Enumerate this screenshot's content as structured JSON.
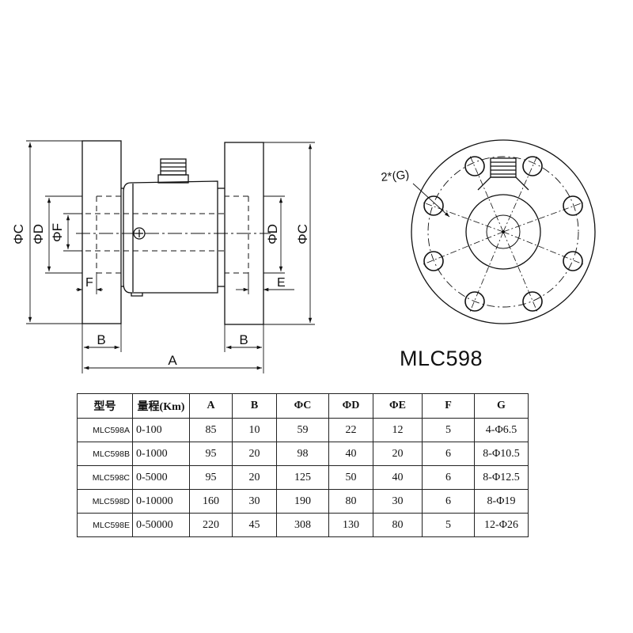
{
  "drawing": {
    "side_view": {
      "dim_labels": {
        "phi_c_left": "ΦC",
        "phi_d_left": "ΦD",
        "phi_f": "ΦF",
        "f": "F",
        "phi_d_right": "ΦD",
        "phi_c_right": "ΦC",
        "e": "E",
        "b_left": "B",
        "b_right": "B",
        "a": "A"
      }
    },
    "end_view": {
      "hole_label": "2*(G)"
    }
  },
  "model_title": "MLC598",
  "table": {
    "headers": [
      "型号",
      "量程(Km)",
      "A",
      "B",
      "ΦC",
      "ΦD",
      "ΦE",
      "F",
      "G"
    ],
    "rows": [
      {
        "model": "MLC598A",
        "range": "0-100",
        "a": "85",
        "b": "10",
        "c": "59",
        "d": "22",
        "e": "12",
        "f": "5",
        "g": "4-Φ6.5"
      },
      {
        "model": "MLC598B",
        "range": "0-1000",
        "a": "95",
        "b": "20",
        "c": "98",
        "d": "40",
        "e": "20",
        "f": "6",
        "g": "8-Φ10.5"
      },
      {
        "model": "MLC598C",
        "range": "0-5000",
        "a": "95",
        "b": "20",
        "c": "125",
        "d": "50",
        "e": "40",
        "f": "6",
        "g": "8-Φ12.5"
      },
      {
        "model": "MLC598D",
        "range": "0-10000",
        "a": "160",
        "b": "30",
        "c": "190",
        "d": "80",
        "e": "30",
        "f": "6",
        "g": "8-Φ19"
      },
      {
        "model": "MLC598E",
        "range": "0-50000",
        "a": "220",
        "b": "45",
        "c": "308",
        "d": "130",
        "e": "80",
        "f": "5",
        "g": "12-Φ26"
      }
    ]
  }
}
